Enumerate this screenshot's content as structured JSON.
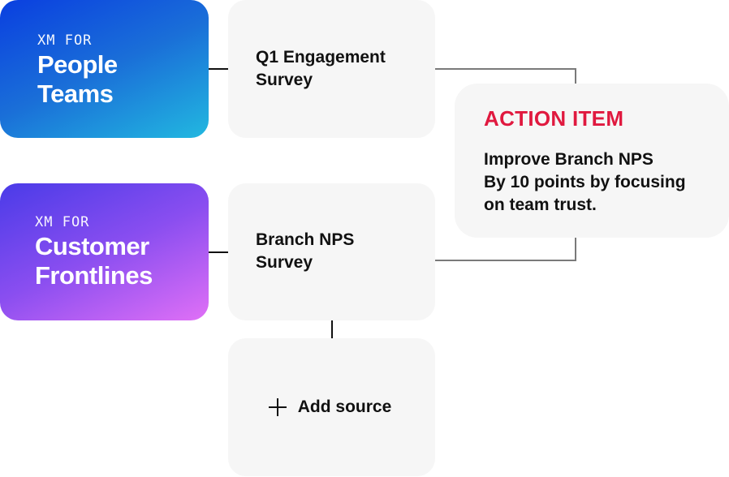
{
  "brands": [
    {
      "eyebrow": "XM FOR",
      "title_line1": "People",
      "title_line2": "Teams",
      "gradient": [
        "#0a3fe0",
        "#22b8e0"
      ]
    },
    {
      "eyebrow": "XM FOR",
      "title_line1": "Customer",
      "title_line2": "Frontlines",
      "gradient": [
        "#4a3be8",
        "#e070f6"
      ]
    }
  ],
  "sources": [
    {
      "line1": "Q1 Engagement",
      "line2": "Survey"
    },
    {
      "line1": "Branch NPS",
      "line2": "Survey"
    }
  ],
  "add_source": {
    "label": "Add source",
    "icon": "plus-icon"
  },
  "action_item": {
    "title": "ACTION ITEM",
    "title_color": "#e0193f",
    "body_line1": "Improve Branch NPS",
    "body_line2": "By 10 points by focusing",
    "body_line3": "on team trust."
  }
}
